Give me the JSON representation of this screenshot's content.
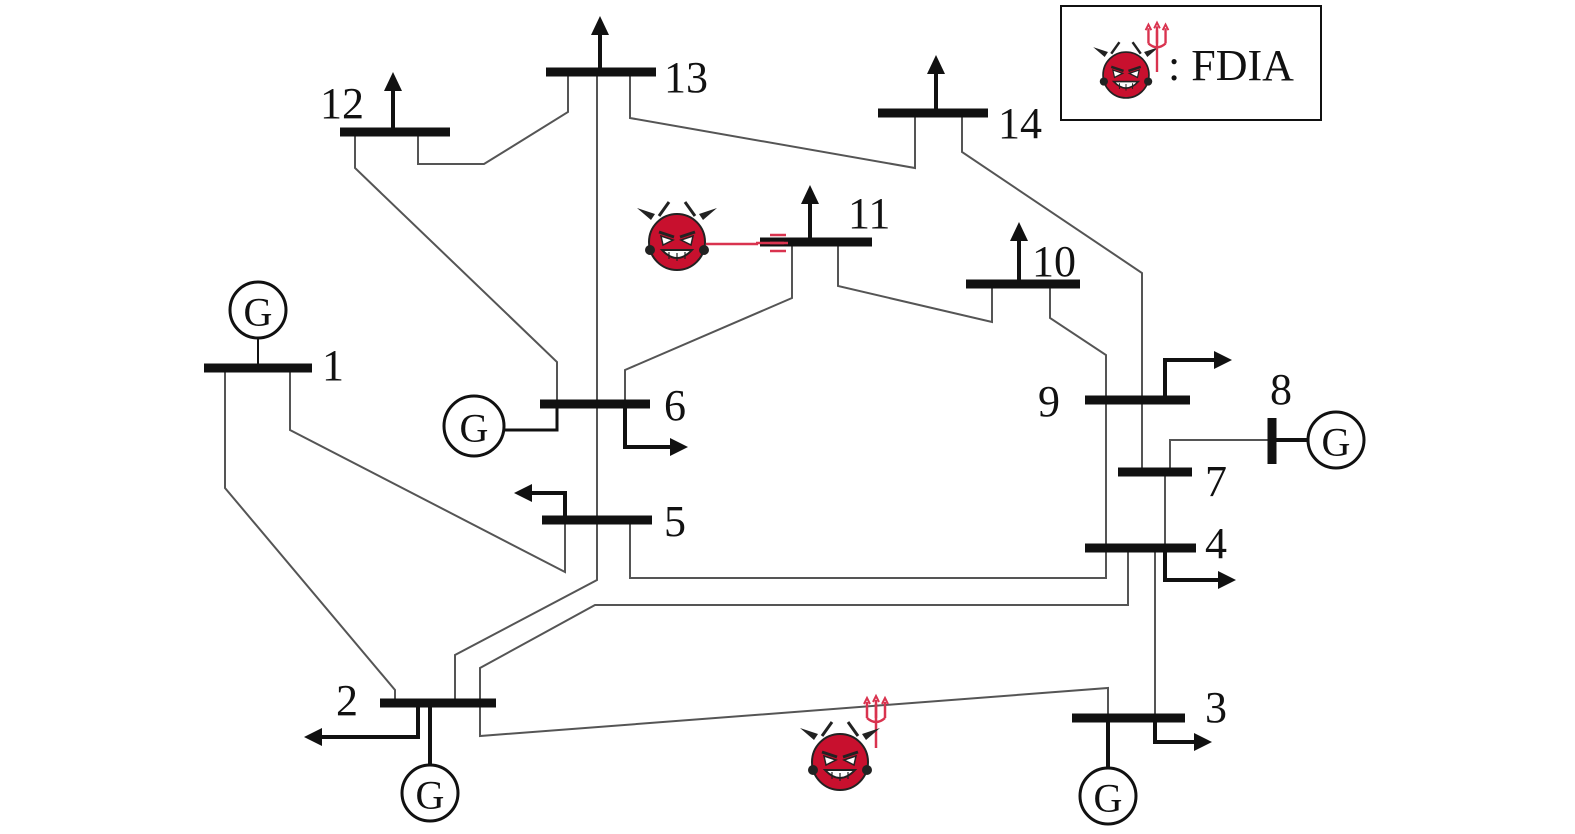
{
  "diagram": {
    "buses": [
      {
        "id": 1,
        "label": "1"
      },
      {
        "id": 2,
        "label": "2"
      },
      {
        "id": 3,
        "label": "3"
      },
      {
        "id": 4,
        "label": "4"
      },
      {
        "id": 5,
        "label": "5"
      },
      {
        "id": 6,
        "label": "6"
      },
      {
        "id": 7,
        "label": "7"
      },
      {
        "id": 8,
        "label": "8"
      },
      {
        "id": 9,
        "label": "9"
      },
      {
        "id": 10,
        "label": "10"
      },
      {
        "id": 11,
        "label": "11"
      },
      {
        "id": 12,
        "label": "12"
      },
      {
        "id": 13,
        "label": "13"
      },
      {
        "id": 14,
        "label": "14"
      }
    ],
    "generator_symbol": "G",
    "generator_buses": [
      1,
      2,
      3,
      6,
      8
    ],
    "attacks": [
      {
        "target": "bus-11",
        "icon": "devil-icon"
      },
      {
        "target": "line-2-3",
        "icon": "devil-icon"
      }
    ],
    "legend": {
      "icon": "devil-with-trident-icon",
      "text": ": FDIA"
    },
    "colors": {
      "bus": "#111111",
      "line": "#555555",
      "attack_signal": "#d9334f",
      "devil_face": "#c8102e"
    }
  }
}
